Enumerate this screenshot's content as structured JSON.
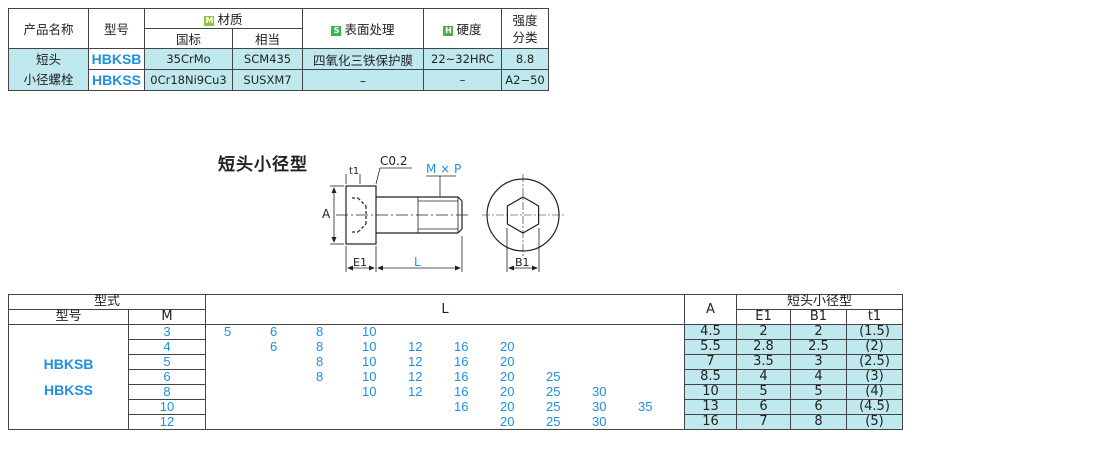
{
  "material_table": {
    "headers": {
      "product_name": "产品名称",
      "model": "型号",
      "material_badge": "M",
      "material": "材质",
      "material_sub": [
        "国标",
        "相当"
      ],
      "surface_badge": "S",
      "surface": "表面处理",
      "hardness_badge": "H",
      "hardness": "硬度",
      "strength": "强度\n分类",
      "strength_l1": "强度",
      "strength_l2": "分类"
    },
    "product_line1": "短头",
    "product_line2": "小径螺栓",
    "rows": [
      {
        "model": "HBKSB",
        "gb": "35CrMo",
        "equiv": "SCM435",
        "surface": "四氧化三铁保护膜",
        "hardness": "22~32HRC",
        "strength": "8.8"
      },
      {
        "model": "HBKSS",
        "gb": "0Cr18Ni9Cu3",
        "equiv": "SUSXM7",
        "surface": "–",
        "hardness": "–",
        "strength": "A2−50"
      }
    ]
  },
  "drawing": {
    "title": "短头小径型",
    "labels": {
      "t1": "t1",
      "chamfer": "C0.2",
      "thread": "M × P",
      "A": "A",
      "E1": "E1",
      "L": "L",
      "B1": "B1"
    }
  },
  "size_table": {
    "headers": {
      "type": "型式",
      "model": "型号",
      "M": "M",
      "L": "L",
      "A": "A",
      "group": "短头小径型",
      "E1": "E1",
      "B1": "B1",
      "t1": "t1"
    },
    "models": [
      "HBKSB",
      "HBKSS"
    ],
    "l_columns": [
      5,
      6,
      8,
      10,
      12,
      16,
      20,
      25,
      30,
      35
    ],
    "rows": [
      {
        "M": "3",
        "L": [
          "5",
          "6",
          "8",
          "10",
          "",
          "",
          "",
          "",
          "",
          ""
        ],
        "A": "4.5",
        "E1": "2",
        "B1": "2",
        "t1": "(1.5)"
      },
      {
        "M": "4",
        "L": [
          "",
          "6",
          "8",
          "10",
          "12",
          "16",
          "20",
          "",
          "",
          ""
        ],
        "A": "5.5",
        "E1": "2.8",
        "B1": "2.5",
        "t1": "(2)"
      },
      {
        "M": "5",
        "L": [
          "",
          "",
          "8",
          "10",
          "12",
          "16",
          "20",
          "",
          "",
          ""
        ],
        "A": "7",
        "E1": "3.5",
        "B1": "3",
        "t1": "(2.5)"
      },
      {
        "M": "6",
        "L": [
          "",
          "",
          "8",
          "10",
          "12",
          "16",
          "20",
          "25",
          "",
          ""
        ],
        "A": "8.5",
        "E1": "4",
        "B1": "4",
        "t1": "(3)"
      },
      {
        "M": "8",
        "L": [
          "",
          "",
          "",
          "10",
          "12",
          "16",
          "20",
          "25",
          "30",
          ""
        ],
        "A": "10",
        "E1": "5",
        "B1": "5",
        "t1": "(4)"
      },
      {
        "M": "10",
        "L": [
          "",
          "",
          "",
          "",
          "",
          "16",
          "20",
          "25",
          "30",
          "35"
        ],
        "A": "13",
        "E1": "6",
        "B1": "6",
        "t1": "(4.5)"
      },
      {
        "M": "12",
        "L": [
          "",
          "",
          "",
          "",
          "",
          "",
          "20",
          "25",
          "30",
          ""
        ],
        "A": "16",
        "E1": "7",
        "B1": "8",
        "t1": "(5)"
      }
    ]
  },
  "colors": {
    "accent_blue": "#1f8fe0",
    "cell_cyan": "#bfe9ee",
    "badge_green": "#8cc63f"
  }
}
